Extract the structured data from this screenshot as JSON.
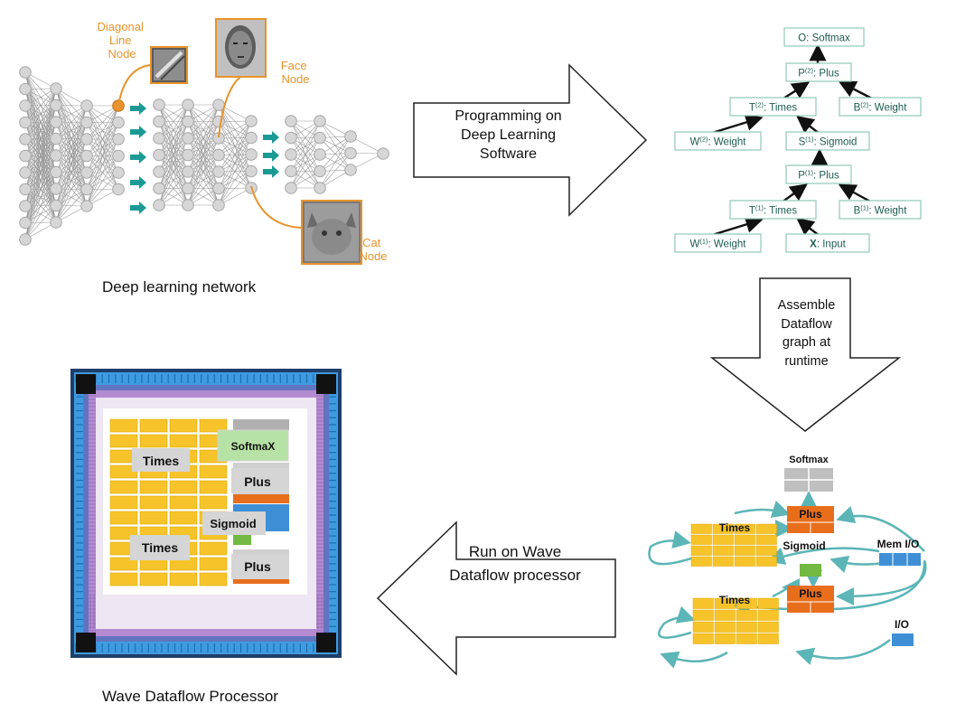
{
  "nn": {
    "diagonal_node": [
      "Diagonal",
      "Line",
      "Node"
    ],
    "face_node": [
      "Face",
      "Node"
    ],
    "cat_node": [
      "Cat",
      "Node"
    ],
    "caption": "Deep learning network"
  },
  "arrow_programming": [
    "Programming on",
    "Deep Learning",
    "Software"
  ],
  "graph": {
    "nodes": [
      {
        "base": "O: Softmax",
        "pre": "",
        "sup": "",
        "post": ""
      },
      {
        "base": "",
        "pre": "P",
        "sup": "(2)",
        "post": ": Plus"
      },
      {
        "base": "",
        "pre": "T",
        "sup": "(2)",
        "post": ": Times"
      },
      {
        "base": "",
        "pre": "B",
        "sup": "(2)",
        "post": ": Weight"
      },
      {
        "base": "",
        "pre": "W",
        "sup": "(2)",
        "post": ": Weight"
      },
      {
        "base": "",
        "pre": "S",
        "sup": "(1)",
        "post": ": Sigmoid"
      },
      {
        "base": "",
        "pre": "P",
        "sup": "(1)",
        "post": ": Plus"
      },
      {
        "base": "",
        "pre": "T",
        "sup": "(1)",
        "post": ": Times"
      },
      {
        "base": "",
        "pre": "B",
        "sup": "(1)",
        "post": ": Weight"
      },
      {
        "base": "",
        "pre": "W",
        "sup": "(1)",
        "post": ": Weight"
      },
      {
        "base": "",
        "pre": "X",
        "sup": "",
        "post": ": Input"
      }
    ]
  },
  "arrow_assemble": [
    "Assemble",
    "Dataflow",
    "graph at",
    "runtime"
  ],
  "dataflow": {
    "softmax": "Softmax",
    "times1": "Times",
    "times2": "Times",
    "plus1": "Plus",
    "plus2": "Plus",
    "sigmoid": "Sigmoid",
    "memio": "Mem I/O",
    "io": "I/O"
  },
  "arrow_run": [
    "Run on Wave",
    "Dataflow processor"
  ],
  "chip": {
    "times1": "Times",
    "times2": "Times",
    "softmax": "SoftmaX",
    "plus1": "Plus",
    "plus2": "Plus",
    "sigmoid": "Sigmoid",
    "caption": "Wave Dataflow Processor"
  },
  "colors": {
    "graph_border": "#8fc9b9",
    "graph_text": "#1c5c50",
    "node_orange": "#e8932c",
    "arrow_teal": "#1a9a95",
    "dataflow_link": "#5cb5b7",
    "tile_yellow": "#f6c42a",
    "tile_orange": "#e86e1c",
    "tile_green": "#72b841",
    "tile_blue": "#3f8fd6",
    "chip_purple": "#b48ad0"
  }
}
